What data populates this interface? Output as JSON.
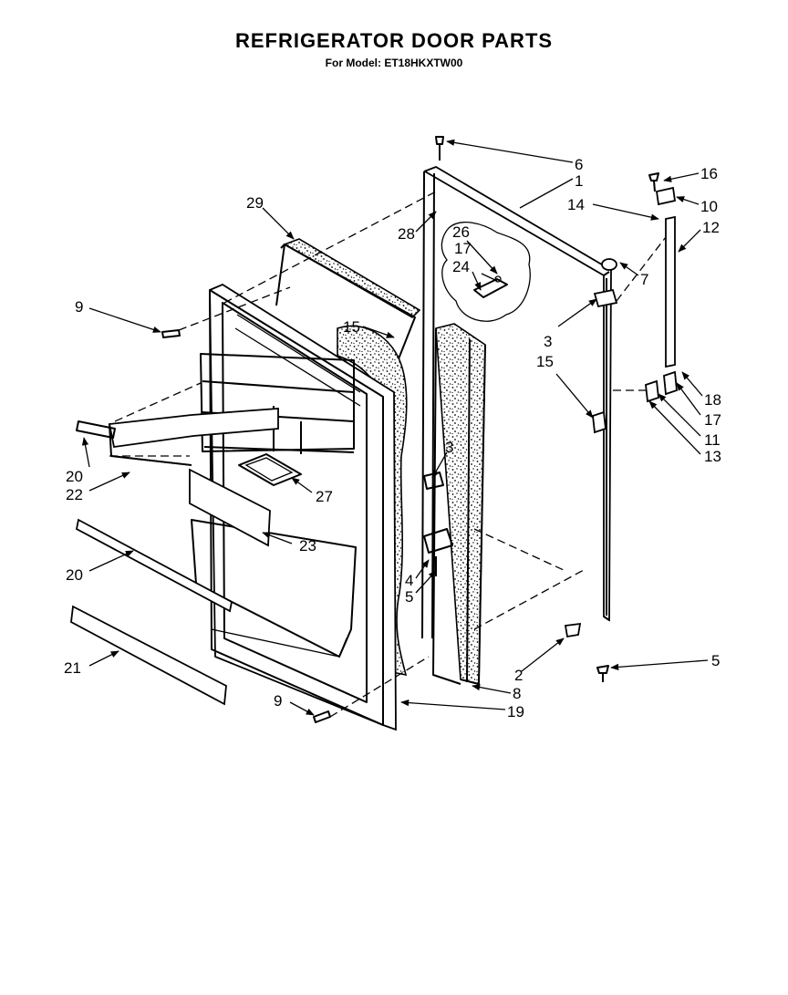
{
  "title": "REFRIGERATOR DOOR PARTS",
  "subtitle": "For Model: ET18HKXTW00",
  "callouts": [
    {
      "id": "c6",
      "text": "6"
    },
    {
      "id": "c1",
      "text": "1"
    },
    {
      "id": "c16",
      "text": "16"
    },
    {
      "id": "c10",
      "text": "10"
    },
    {
      "id": "c14",
      "text": "14"
    },
    {
      "id": "c12",
      "text": "12"
    },
    {
      "id": "c29",
      "text": "29"
    },
    {
      "id": "c28",
      "text": "28"
    },
    {
      "id": "c26",
      "text": "26"
    },
    {
      "id": "c17a",
      "text": "17"
    },
    {
      "id": "c24",
      "text": "24"
    },
    {
      "id": "c7",
      "text": "7"
    },
    {
      "id": "c9a",
      "text": "9"
    },
    {
      "id": "c15a",
      "text": "15"
    },
    {
      "id": "c3a",
      "text": "3"
    },
    {
      "id": "c15b",
      "text": "15"
    },
    {
      "id": "c18",
      "text": "18"
    },
    {
      "id": "c17b",
      "text": "17"
    },
    {
      "id": "c11",
      "text": "11"
    },
    {
      "id": "c13",
      "text": "13"
    },
    {
      "id": "c3b",
      "text": "3"
    },
    {
      "id": "c20a",
      "text": "20"
    },
    {
      "id": "c22",
      "text": "22"
    },
    {
      "id": "c27",
      "text": "27"
    },
    {
      "id": "c23",
      "text": "23"
    },
    {
      "id": "c20b",
      "text": "20"
    },
    {
      "id": "c4",
      "text": "4"
    },
    {
      "id": "c5a",
      "text": "5"
    },
    {
      "id": "c5b",
      "text": "5"
    },
    {
      "id": "c21",
      "text": "21"
    },
    {
      "id": "c2",
      "text": "2"
    },
    {
      "id": "c8",
      "text": "8"
    },
    {
      "id": "c9b",
      "text": "9"
    },
    {
      "id": "c19",
      "text": "19"
    }
  ]
}
